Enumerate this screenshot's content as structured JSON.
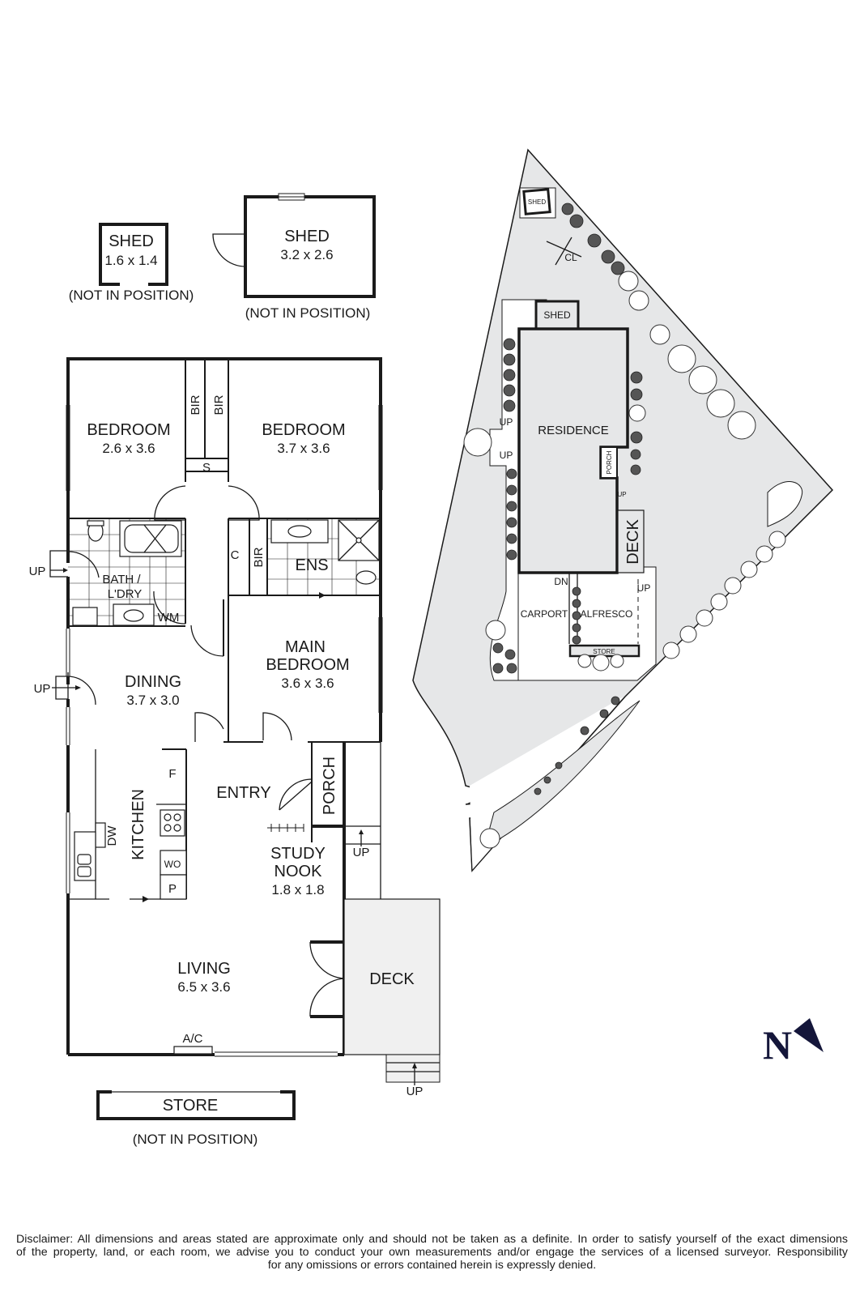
{
  "floor_plan": {
    "outbuildings": {
      "shed_small": {
        "name": "SHED",
        "size": "1.6 x 1.4",
        "note": "(NOT IN POSITION)"
      },
      "shed_large": {
        "name": "SHED",
        "size": "3.2 x 2.6",
        "note": "(NOT IN POSITION)"
      },
      "store": {
        "name": "STORE",
        "note": "(NOT IN POSITION)"
      }
    },
    "rooms": {
      "bedroom_2": {
        "name": "BEDROOM",
        "size": "2.6 x 3.6"
      },
      "bedroom_3": {
        "name": "BEDROOM",
        "size": "3.7 x 3.6"
      },
      "bir_1": {
        "name": "BIR"
      },
      "bir_2": {
        "name": "BIR"
      },
      "bir_3": {
        "name": "BIR"
      },
      "store_s": {
        "name": "S"
      },
      "cupboard_c": {
        "name": "C"
      },
      "ensuite": {
        "name": "ENS"
      },
      "bath_laundry": {
        "name_line1": "BATH /",
        "name_line2": "L'DRY"
      },
      "washing_machine": {
        "name": "WM"
      },
      "main_bedroom": {
        "name_line1": "MAIN",
        "name_line2": "BEDROOM",
        "size": "3.6 x 3.6"
      },
      "dining": {
        "name": "DINING",
        "size": "3.7 x 3.0"
      },
      "kitchen": {
        "name": "KITCHEN"
      },
      "fridge": {
        "name": "F"
      },
      "wall_oven": {
        "name": "WO"
      },
      "pantry": {
        "name": "P"
      },
      "dishwasher": {
        "name": "DW"
      },
      "entry": {
        "name": "ENTRY"
      },
      "porch": {
        "name": "PORCH"
      },
      "study_nook": {
        "name_line1": "STUDY",
        "name_line2": "NOOK",
        "size": "1.8 x 1.8"
      },
      "living": {
        "name": "LIVING",
        "size": "6.5 x 3.6"
      },
      "air_con": {
        "name": "A/C"
      },
      "deck": {
        "name": "DECK"
      }
    },
    "stair_labels": {
      "up_laundry": "UP",
      "up_dining": "UP",
      "up_porch": "UP",
      "up_deck": "UP"
    }
  },
  "site_plan": {
    "shed_top": "SHED",
    "clothesline": "CL",
    "shed": "SHED",
    "residence": "RESIDENCE",
    "porch": "PORCH",
    "deck": "DECK",
    "carport": "CARPORT",
    "alfresco": "ALFRESCO",
    "store": "STORE",
    "up_1": "UP",
    "up_2": "UP",
    "up_porch": "UP",
    "up_deck": "UP",
    "dn": "DN"
  },
  "north_arrow": {
    "label": "N",
    "color": "#14163a"
  },
  "colors": {
    "wall": "#1a1a1a",
    "land": "#e6e7e8",
    "deck": "#f0f0f0"
  },
  "disclaimer": {
    "line1": "Disclaimer: All dimensions and areas stated are approximate only and should not be taken as a definite. In order to satisfy yourself of the exact dimensions",
    "line2": "of the property, land, or each room, we advise you to conduct your own measurements and/or engage the services of a licensed surveyor. Responsibility",
    "line3": "for any omissions or errors contained herein is expressly denied."
  }
}
